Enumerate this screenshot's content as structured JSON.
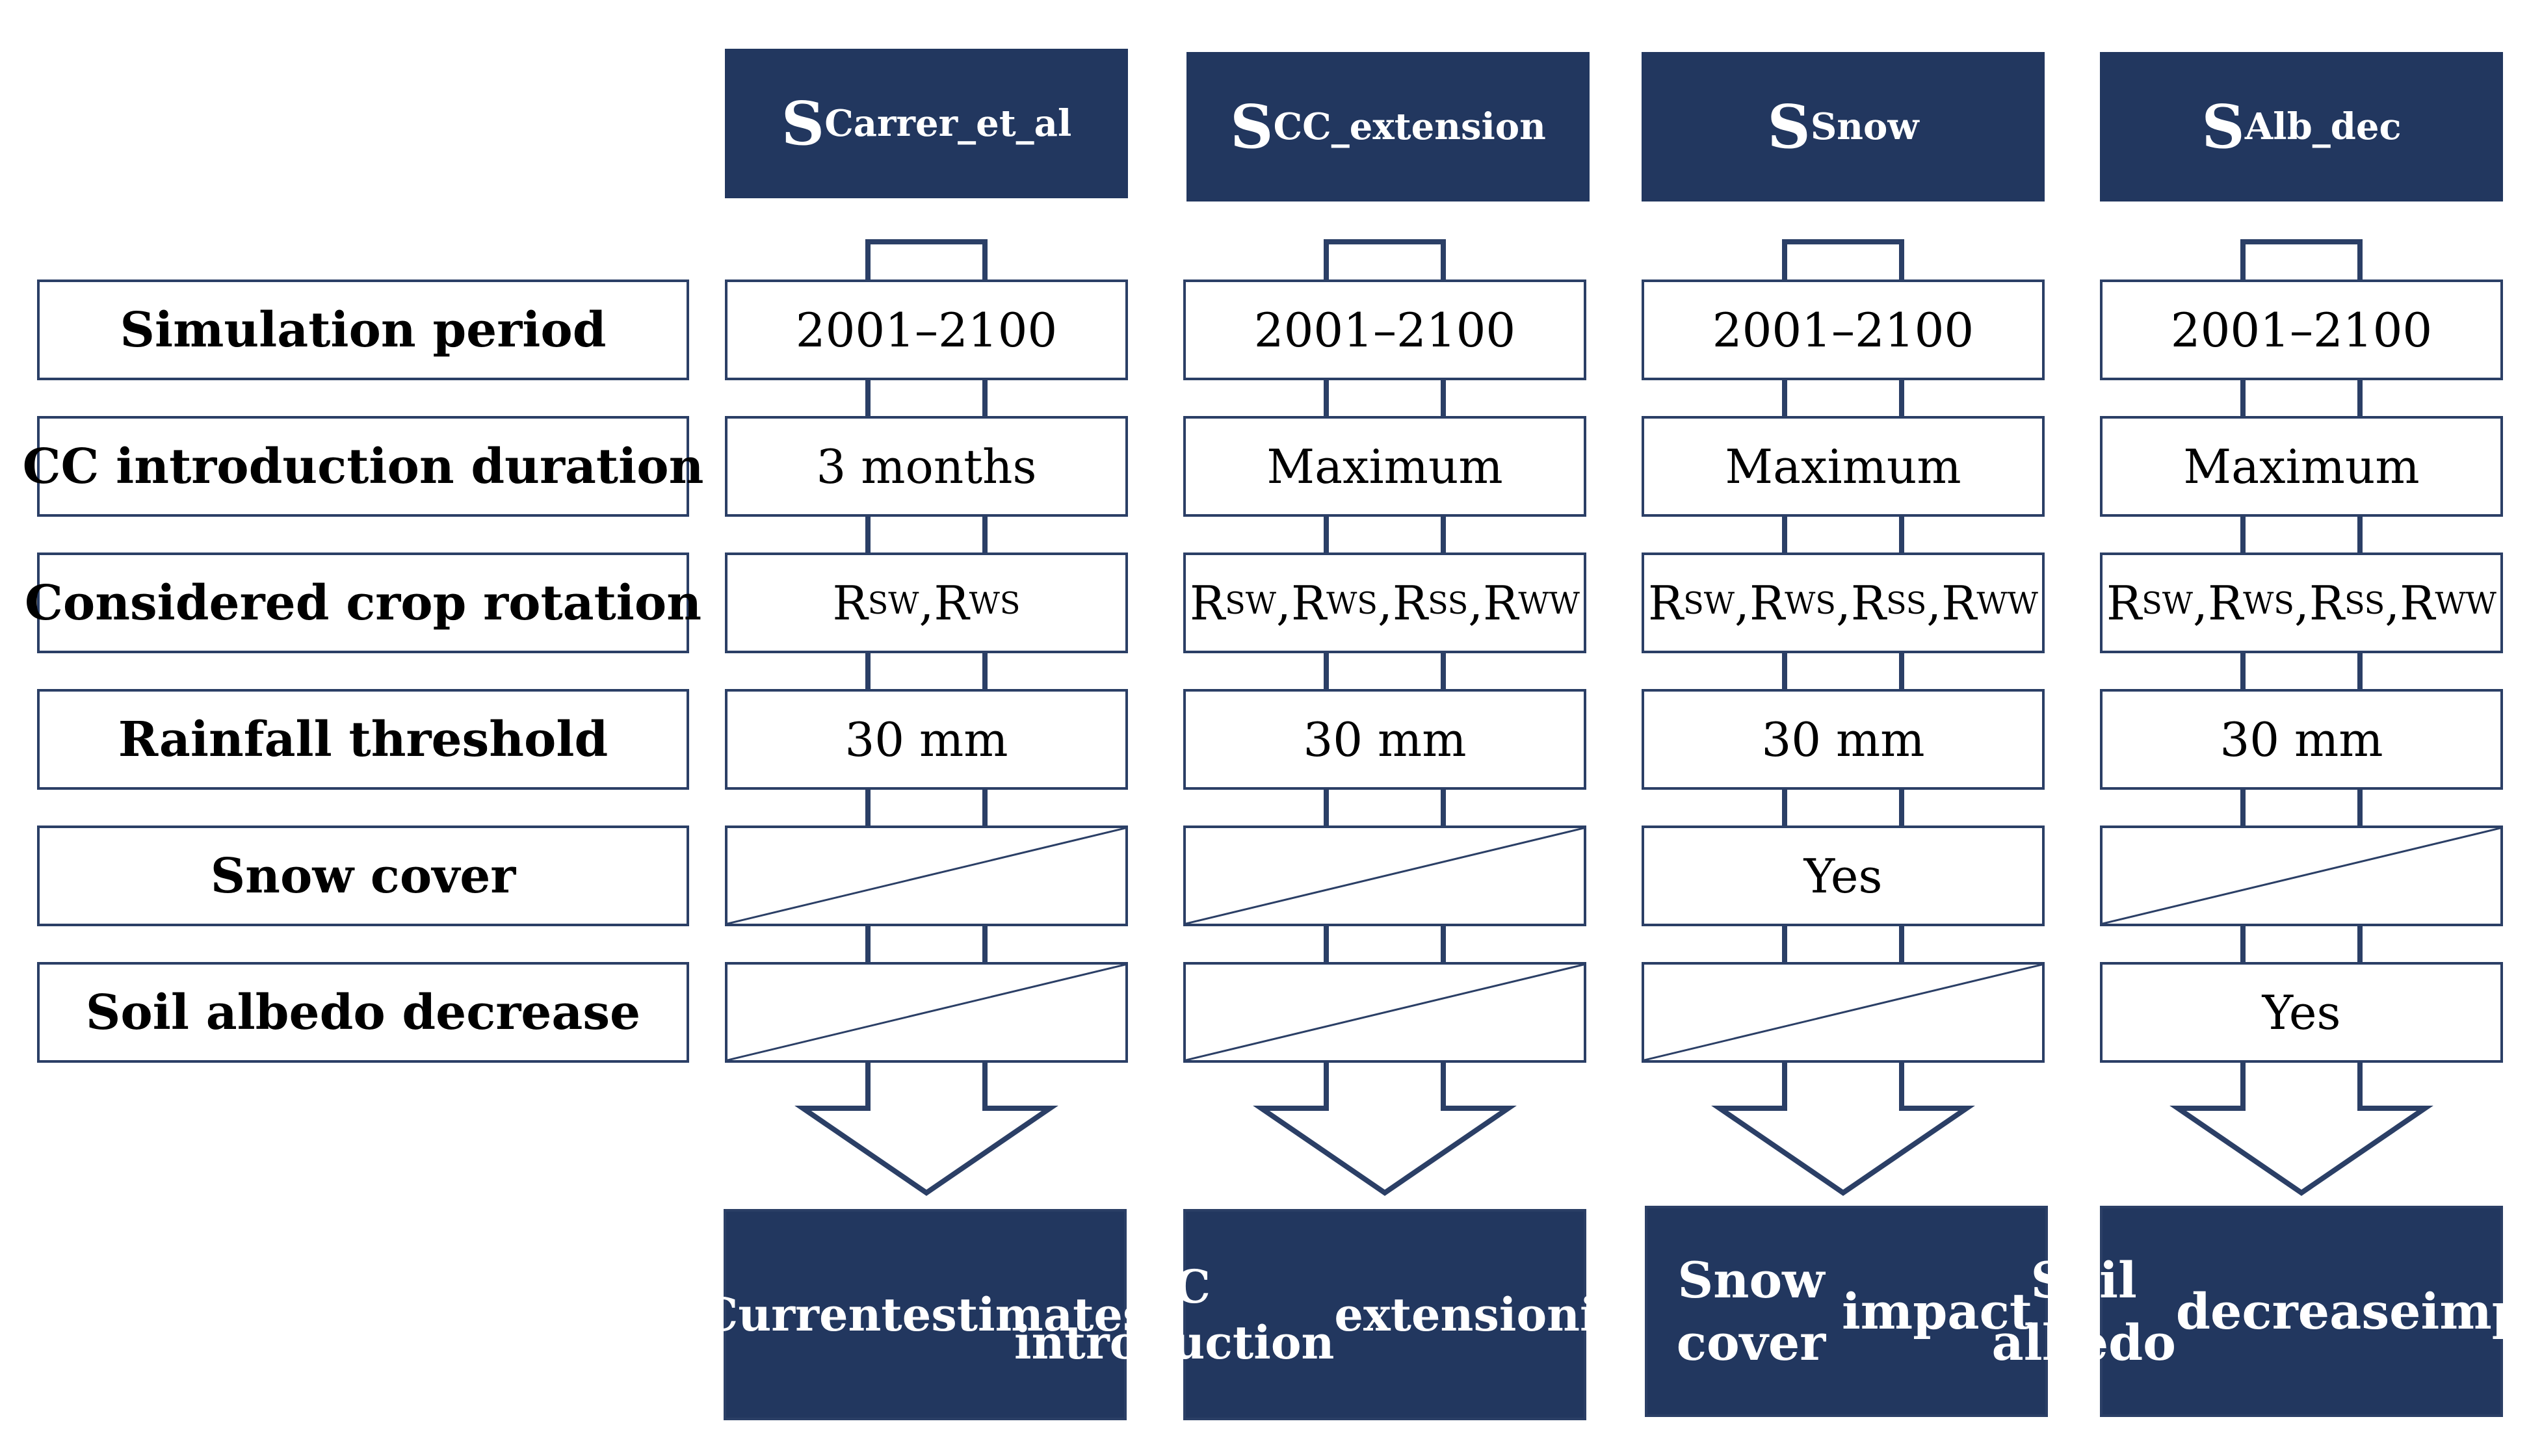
{
  "scenarios": [
    {
      "s": "S",
      "sub": "Carrer_et_al"
    },
    {
      "s": "S",
      "sub": "CC_extension"
    },
    {
      "s": "S",
      "sub": "Snow"
    },
    {
      "s": "S",
      "sub": "Alb_dec"
    }
  ],
  "row_labels": [
    "Simulation period",
    "CC introduction duration",
    "Considered crop rotation",
    "Rainfall threshold",
    "Snow cover",
    "Soil albedo decrease"
  ],
  "simulation_period": [
    "2001–2100",
    "2001–2100",
    "2001–2100",
    "2001–2100"
  ],
  "cc_duration": [
    "3 months",
    "Maximum",
    "Maximum",
    "Maximum"
  ],
  "rotations": {
    "r": "R",
    "sep": ",",
    "subs": [
      "SW",
      "WS",
      "SS",
      "WW"
    ],
    "counts": [
      2,
      4,
      4,
      4
    ]
  },
  "rainfall_threshold": [
    "30 mm",
    "30 mm",
    "30 mm",
    "30 mm"
  ],
  "snow_cover": [
    "",
    "",
    "Yes",
    ""
  ],
  "soil_albedo": [
    "",
    "",
    "",
    "Yes"
  ],
  "outcomes": [
    [
      "Current",
      "estimates"
    ],
    [
      "CC introduction",
      "extension",
      "impact"
    ],
    [
      "Snow cover",
      "impact"
    ],
    [
      "Soil albedo",
      "decrease",
      "impact"
    ]
  ],
  "colors": {
    "header_fill": "#22375f",
    "border": "#2b3f66",
    "text": "#000000"
  }
}
